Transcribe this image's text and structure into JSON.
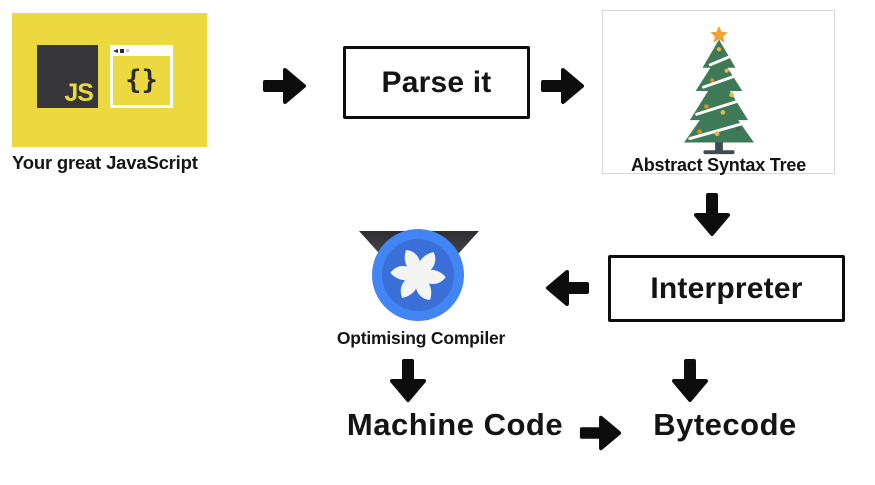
{
  "nodes": {
    "source": {
      "label": "Your great JavaScript",
      "js_glyph": "JS",
      "braces_glyph": "{}"
    },
    "parse": {
      "label": "Parse it"
    },
    "ast": {
      "label": "Abstract Syntax Tree"
    },
    "interpreter": {
      "label": "Interpreter"
    },
    "compiler": {
      "label": "Optimising Compiler"
    },
    "machine_code": {
      "label": "Machine Code"
    },
    "bytecode": {
      "label": "Bytecode"
    }
  },
  "arrows": [
    {
      "from": "source",
      "to": "parse",
      "direction": "right"
    },
    {
      "from": "parse",
      "to": "ast",
      "direction": "right"
    },
    {
      "from": "ast",
      "to": "interpreter",
      "direction": "down"
    },
    {
      "from": "interpreter",
      "to": "compiler",
      "direction": "left"
    },
    {
      "from": "compiler",
      "to": "machine_code",
      "direction": "down"
    },
    {
      "from": "interpreter",
      "to": "bytecode",
      "direction": "down"
    },
    {
      "from": "machine_code",
      "to": "bytecode",
      "direction": "right"
    }
  ],
  "icons": {
    "js_logo": "js-logo-icon",
    "code_window": "code-window-icon",
    "christmas_tree": "christmas-tree-icon",
    "turbofan": "turbofan-icon",
    "arrow_right": "arrow-right-icon",
    "arrow_down": "arrow-down-icon",
    "arrow_left": "arrow-left-icon"
  },
  "colors": {
    "js_yellow": "#ecd83f",
    "js_dark": "#36363b",
    "ink_black": "#0d0d0d",
    "tree_green": "#3f7a58",
    "star_orange": "#f0a235",
    "trunk_slate": "#3e4a54",
    "turbofan_blue": "#4285f4",
    "turbofan_gray": "#3a3a3e",
    "ast_border_gray": "#d9d9d9"
  }
}
